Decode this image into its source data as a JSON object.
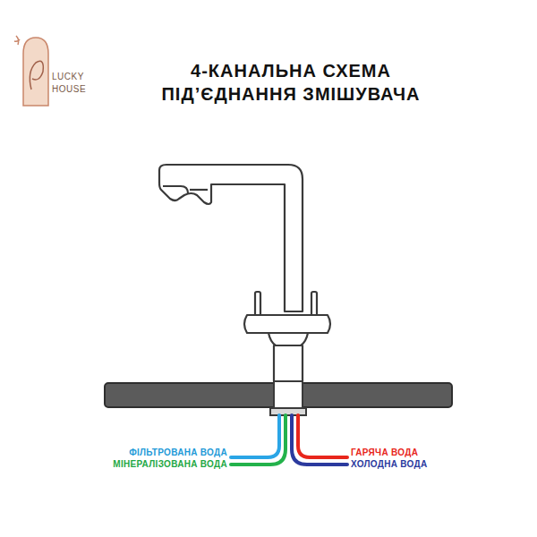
{
  "diagram": {
    "title": "4-КАНАЛЬНА СХЕМА ПІД’ЄДНАННЯ ЗМІШУВАЧА",
    "labels": [
      "LUCKY",
      "HOUSE",
      "ФІЛЬТРОВАНА ВОДА",
      "МІНЕРАЛІЗОВАНА ВОДА",
      "ГАРЯЧА ВОДА",
      "ХОЛОДНА ВОДА"
    ]
  }
}
